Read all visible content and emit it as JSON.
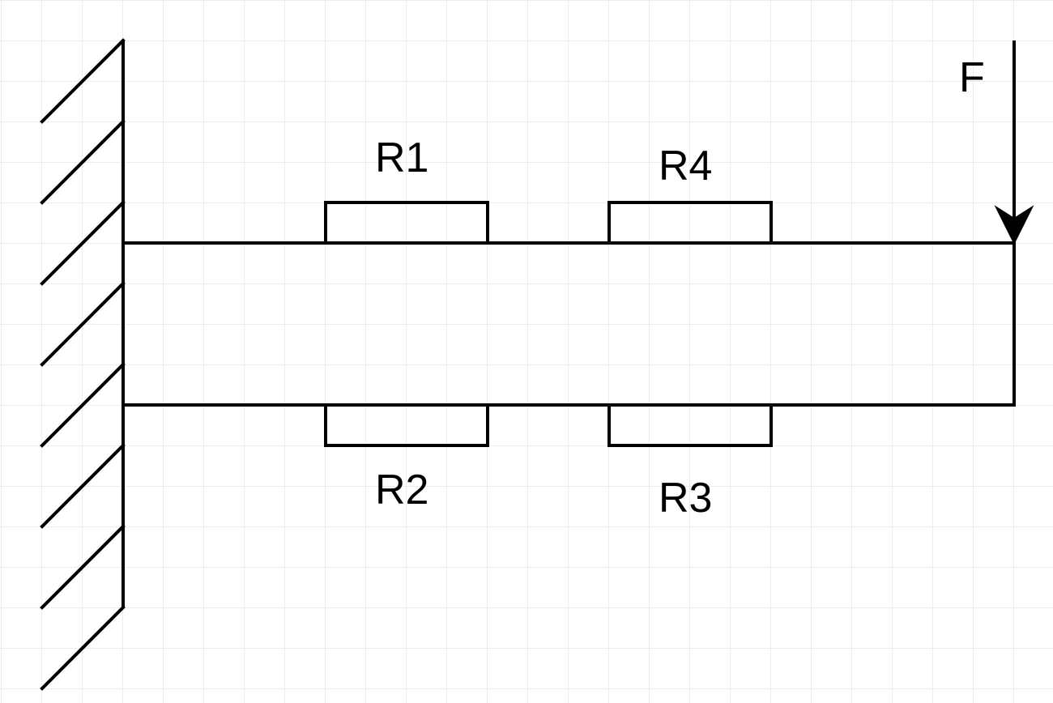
{
  "diagram": {
    "force_label": "F",
    "gauges": {
      "top_left": "R1",
      "top_right": "R4",
      "bottom_left": "R2",
      "bottom_right": "R3"
    }
  }
}
